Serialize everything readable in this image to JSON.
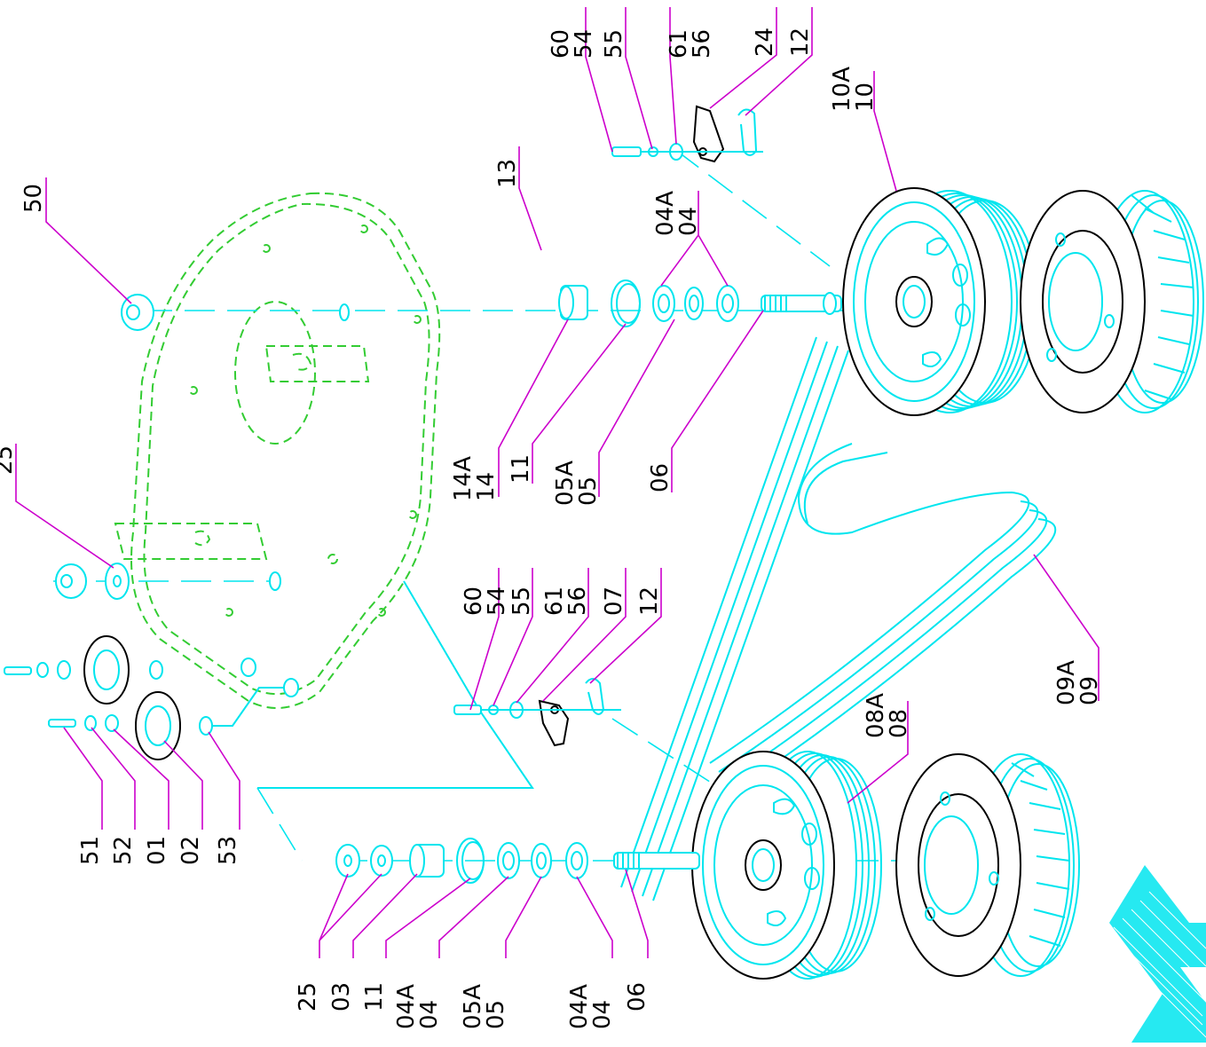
{
  "colors": {
    "leader": "#cc00cc",
    "parts": "#00e5ee",
    "cover": "#33cc33",
    "outline": "#000000"
  },
  "callouts": [
    {
      "id": "c1",
      "lines": [
        "60",
        "54"
      ]
    },
    {
      "id": "c2",
      "lines": [
        "55"
      ]
    },
    {
      "id": "c3",
      "lines": [
        "61",
        "56"
      ]
    },
    {
      "id": "c4",
      "lines": [
        "24"
      ]
    },
    {
      "id": "c5",
      "lines": [
        "12"
      ]
    },
    {
      "id": "c6",
      "lines": [
        "10A",
        "10"
      ]
    },
    {
      "id": "c7",
      "lines": [
        "13"
      ]
    },
    {
      "id": "c8",
      "lines": [
        "04A",
        "04"
      ]
    },
    {
      "id": "c9",
      "lines": [
        "50"
      ]
    },
    {
      "id": "c10",
      "lines": [
        "25"
      ]
    },
    {
      "id": "c11",
      "lines": [
        "14A",
        "14"
      ]
    },
    {
      "id": "c12",
      "lines": [
        "11"
      ]
    },
    {
      "id": "c13",
      "lines": [
        "05A",
        "05"
      ]
    },
    {
      "id": "c14",
      "lines": [
        "06"
      ]
    },
    {
      "id": "c15",
      "lines": [
        "60",
        "54"
      ]
    },
    {
      "id": "c16",
      "lines": [
        "55"
      ]
    },
    {
      "id": "c17",
      "lines": [
        "61",
        "56"
      ]
    },
    {
      "id": "c18",
      "lines": [
        "07"
      ]
    },
    {
      "id": "c19",
      "lines": [
        "12"
      ]
    },
    {
      "id": "c20",
      "lines": [
        "09A",
        "09"
      ]
    },
    {
      "id": "c21",
      "lines": [
        "08A",
        "08"
      ]
    },
    {
      "id": "c22",
      "lines": [
        "51"
      ]
    },
    {
      "id": "c23",
      "lines": [
        "52"
      ]
    },
    {
      "id": "c24",
      "lines": [
        "01"
      ]
    },
    {
      "id": "c25",
      "lines": [
        "02"
      ]
    },
    {
      "id": "c26",
      "lines": [
        "53"
      ]
    },
    {
      "id": "c27",
      "lines": [
        "25"
      ]
    },
    {
      "id": "c28",
      "lines": [
        "03"
      ]
    },
    {
      "id": "c29",
      "lines": [
        "11"
      ]
    },
    {
      "id": "c30",
      "lines": [
        "04A",
        "04"
      ]
    },
    {
      "id": "c31",
      "lines": [
        "05A",
        "05"
      ]
    },
    {
      "id": "c32",
      "lines": [
        "04A",
        "04"
      ]
    },
    {
      "id": "c33",
      "lines": [
        "06"
      ]
    }
  ]
}
